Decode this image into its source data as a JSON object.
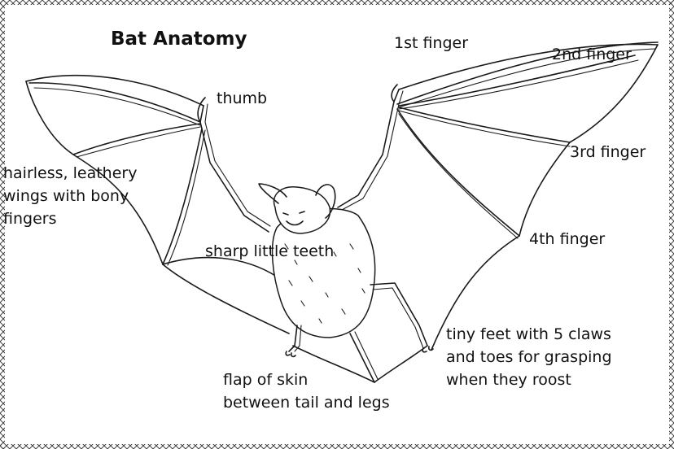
{
  "title": "Bat Anatomy",
  "labels": {
    "thumb": "thumb",
    "finger1": "1st finger",
    "finger2": "2nd finger",
    "finger3": "3rd finger",
    "finger4": "4th finger",
    "wings": [
      "hairless, leathery",
      "wings with bony",
      "fingers"
    ],
    "teeth": "sharp little teeth",
    "feet": [
      "tiny feet with 5 claws",
      "and toes for grasping",
      "when they roost"
    ],
    "flap": [
      "flap of skin",
      "between tail and legs"
    ]
  },
  "colors": {
    "ink": "#1a1a1a",
    "background": "#ffffff"
  }
}
